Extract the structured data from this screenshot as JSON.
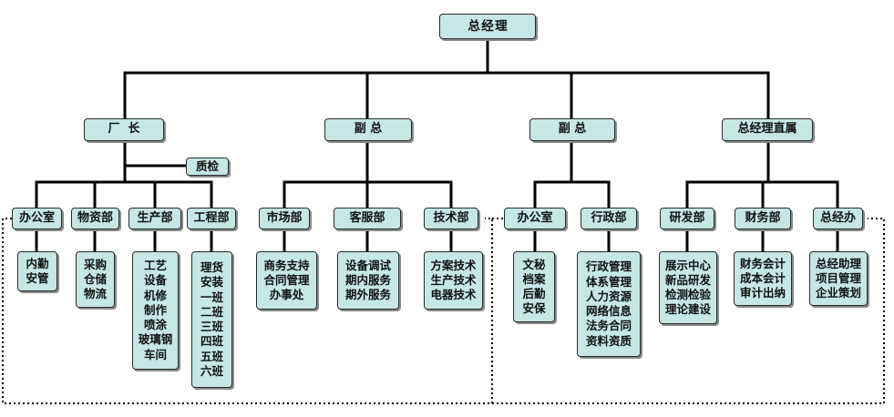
{
  "nodes": {
    "ceo": "总经理",
    "factory_head": "厂  长",
    "vp1": "副 总",
    "vp2": "副 总",
    "ceo_direct": "总经理直属",
    "quality": "质检",
    "office1": "办公室",
    "materials": "物资部",
    "production": "生产部",
    "engineering": "工程部",
    "marketing": "市场部",
    "customer_service": "客服部",
    "tech": "技术部",
    "office2": "办公室",
    "admin": "行政部",
    "rnd": "研发部",
    "finance": "财务部",
    "gm_office": "总经办"
  },
  "details": {
    "office1": [
      "内勤",
      "安管"
    ],
    "materials": [
      "采购",
      "仓储",
      "物流"
    ],
    "production": [
      "工艺",
      "设备",
      "机修",
      "制作",
      "喷涂",
      "玻璃钢",
      "车间"
    ],
    "engineering": [
      "理货",
      "安装",
      "一班",
      "二班",
      "三班",
      "四班",
      "五班",
      "六班"
    ],
    "marketing": [
      "商务支持",
      "合同管理",
      "办事处"
    ],
    "customer_service": [
      "设备调试",
      "期内服务",
      "期外服务"
    ],
    "tech": [
      "方案技术",
      "生产技术",
      "电器技术"
    ],
    "office2": [
      "文秘",
      "档案",
      "后勤",
      "安保"
    ],
    "admin": [
      "行政管理",
      "体系管理",
      "人力资源",
      "网络信息",
      "法务合同",
      "资料资质"
    ],
    "rnd": [
      "展示中心",
      "新品研发",
      "检测检验",
      "理论建设"
    ],
    "finance": [
      "财务会计",
      "成本会计",
      "审计出纳"
    ],
    "gm_office": [
      "总经助理",
      "项目管理",
      "企业策划"
    ]
  }
}
